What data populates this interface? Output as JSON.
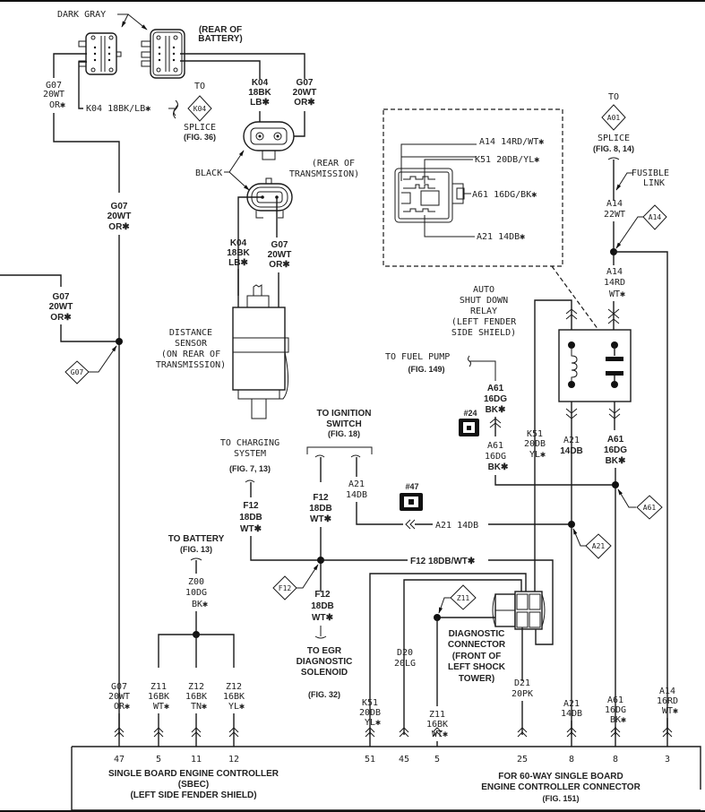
{
  "title": "Distance Sensor / Auto Shut Down Relay / SBEC Wiring Diagram",
  "top_left": {
    "dark_gray": "DARK GRAY",
    "rear_of_battery": [
      "(REAR OF",
      "BATTERY)"
    ],
    "g07_left": [
      "G07",
      "20WT",
      "OR✱"
    ],
    "k04_horizontal": "K04 18BK/LB✱",
    "k04_splice_to": "TO",
    "k04_splice_id": "K04",
    "k04_splice_label": [
      "SPLICE",
      "(FIG. 36)"
    ],
    "k04_right": [
      "K04",
      "18BK",
      "LB✱"
    ],
    "g07_right": [
      "G07",
      "20WT",
      "OR✱"
    ]
  },
  "transmission": {
    "black": "BLACK",
    "rear_of_transmission": [
      "(REAR OF",
      "TRANSMISSION)"
    ],
    "k04": [
      "K04",
      "18BK",
      "LB✱"
    ],
    "g07": [
      "G07",
      "20WT",
      "OR✱"
    ],
    "distance_sensor": [
      "DISTANCE",
      "SENSOR",
      "(ON REAR OF",
      "TRANSMISSION)"
    ]
  },
  "left_wires": {
    "g07_mid": [
      "G07",
      "20WT",
      "OR✱"
    ],
    "g07_branch": [
      "G07",
      "20WT",
      "OR✱"
    ],
    "g07_splice_id": "G07"
  },
  "relay_inset": {
    "a14": "A14 14RD/WT✱",
    "k51": "K51 20DB/YL✱",
    "a61": "A61 16DG/BK✱",
    "a21": "A21 14DB✱"
  },
  "right_top": {
    "to": "TO",
    "a01_splice_id": "A01",
    "a01_label": [
      "SPLICE",
      "(FIG. 8, 14)"
    ],
    "fusible_link": [
      "FUSIBLE",
      "LINK"
    ],
    "a14_22wt": [
      "A14",
      "22WT"
    ],
    "a14_splice_id": "A14",
    "a14_14rd": [
      "A14",
      "14RD",
      "WT✱"
    ]
  },
  "relay": {
    "label": [
      "AUTO",
      "SHUT DOWN",
      "RELAY",
      "(LEFT FENDER",
      "SIDE SHIELD)"
    ],
    "fuel_pump": "TO FUEL PUMP",
    "fuel_pump_fig": "(FIG. 149)",
    "a61_upper": [
      "A61",
      "16DG",
      "BK✱"
    ],
    "connector_24": "#24",
    "a61_lower": [
      "A61",
      "16DG",
      "BK✱"
    ],
    "k51": [
      "K51",
      "20DB",
      "YL✱"
    ],
    "a21": [
      "A21",
      "14DB"
    ],
    "a61_right": [
      "A61",
      "16DG",
      "BK✱"
    ],
    "a61_splice_id": "A61",
    "a21_splice_id": "A21"
  },
  "middle": {
    "ignition": [
      "TO IGNITION",
      "SWITCH",
      "(FIG. 18)"
    ],
    "charging": [
      "TO CHARGING",
      "SYSTEM",
      "(FIG. 7, 13)"
    ],
    "f12_left": [
      "F12",
      "18DB",
      "WT✱"
    ],
    "f12_ign": [
      "F12",
      "18DB",
      "WT✱"
    ],
    "a21_ign": [
      "A21",
      "14DB"
    ],
    "connector_47": "#47",
    "a21_horizontal": "A21 14DB",
    "f12_horizontal": "F12 18DB/WT✱",
    "f12_splice_id": "F12",
    "f12_lower": [
      "F12",
      "18DB",
      "WT✱"
    ],
    "egr": [
      "TO EGR",
      "DIAGNOSTIC",
      "SOLENOID"
    ],
    "egr_fig": "(FIG. 32)",
    "battery": [
      "TO BATTERY",
      "(FIG. 13)"
    ],
    "z00": [
      "Z00",
      "10DG",
      "BK✱"
    ]
  },
  "diagnostic": {
    "z11_splice_id": "Z11",
    "label": [
      "DIAGNOSTIC",
      "CONNECTOR",
      "(FRONT OF",
      "LEFT SHOCK",
      "TOWER)"
    ],
    "d20": [
      "D20",
      "20LG"
    ],
    "d21": [
      "D21",
      "20PK"
    ]
  },
  "bottom_wires": [
    {
      "label": [
        "G07",
        "20WT",
        "OR✱"
      ],
      "pin": "47"
    },
    {
      "label": [
        "Z11",
        "16BK",
        "WT✱"
      ],
      "pin": "5"
    },
    {
      "label": [
        "Z12",
        "16BK",
        "TN✱"
      ],
      "pin": "11"
    },
    {
      "label": [
        "Z12",
        "16BK",
        "YL✱"
      ],
      "pin": "12"
    },
    {
      "label": [
        "K51",
        "20DB",
        "YL✱"
      ],
      "pin": "51"
    },
    {
      "label": [],
      "pin": "45"
    },
    {
      "label": [
        "Z11",
        "16BK",
        "WT✱"
      ],
      "pin": "5"
    },
    {
      "label": [],
      "pin": "25"
    },
    {
      "label": [
        "A21",
        "14DB"
      ],
      "pin": "8"
    },
    {
      "label": [
        "A61",
        "16DG",
        "BK✱"
      ],
      "pin": "8"
    },
    {
      "label": [
        "A14",
        "16RD",
        "WT✱"
      ],
      "pin": "3"
    }
  ],
  "sbec": {
    "left_title": [
      "SINGLE BOARD ENGINE CONTROLLER",
      "(SBEC)",
      "(LEFT SIDE FENDER SHIELD)"
    ],
    "right_title": [
      "FOR 60-WAY SINGLE BOARD",
      "ENGINE CONTROLLER CONNECTOR",
      "(FIG. 151)"
    ]
  }
}
